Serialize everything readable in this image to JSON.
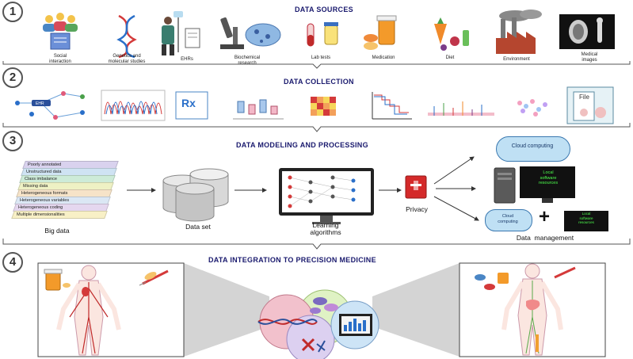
{
  "sections": [
    {
      "number": "1",
      "title": "DATA SOURCES"
    },
    {
      "number": "2",
      "title": "DATA COLLECTION"
    },
    {
      "number": "3",
      "title": "DATA MODELING AND PROCESSING"
    },
    {
      "number": "4",
      "title": "DATA INTEGRATION TO PRECISION MEDICINE"
    }
  ],
  "sources": [
    {
      "label": "Social\ninteraction",
      "icon": "people-icon"
    },
    {
      "label": "Genetics and\nmolecular studies",
      "icon": "dna-icon"
    },
    {
      "label": "EHRs",
      "icon": "doctor-patient-icon"
    },
    {
      "label": "Biochemical\nresearch",
      "icon": "microscope-icon"
    },
    {
      "label": "Lab tests",
      "icon": "test-tube-icon"
    },
    {
      "label": "Medication",
      "icon": "pills-icon"
    },
    {
      "label": "Diet",
      "icon": "food-icon"
    },
    {
      "label": "Environment",
      "icon": "factory-icon"
    },
    {
      "label": "Medical\nimages",
      "icon": "xray-icon"
    }
  ],
  "collection": {
    "ehr_badge": "EHR",
    "rx_label": "Rx",
    "file_label": "File"
  },
  "bigdata_layers": [
    "Poorly annotated",
    "Unstructured data",
    "Class imbalance",
    "Missing data",
    "Heterogeneous formats",
    "Heterogeneous variables",
    "Heterogeneous coding",
    "Multiple dimensionalities"
  ],
  "processing": {
    "big_data": "Big data",
    "data_set": "Data set",
    "learning": "Learning\nalgorithms",
    "privacy": "Privacy",
    "cloud": "Cloud computing",
    "local": "Local\nsoftware\nresources",
    "cloud_small": "Cloud\ncomputing",
    "local_small": "Local\nsoftware\nresources",
    "plus": "+",
    "management": "Data  management"
  },
  "colors": {
    "heading": "#1a1a6e",
    "layer_colors": [
      "#d9d2ee",
      "#cfe3f3",
      "#cdebd8",
      "#eef1c4",
      "#f6e3c8",
      "#dbe7f4",
      "#e5d7ef",
      "#f8f0c6"
    ],
    "cloud": "#bfe0f4",
    "circle_dna": "#f2c1cc",
    "circle_pills": "#dff2c4",
    "circle_chrom": "#dcd0f0",
    "circle_screen": "#cde4f6"
  }
}
